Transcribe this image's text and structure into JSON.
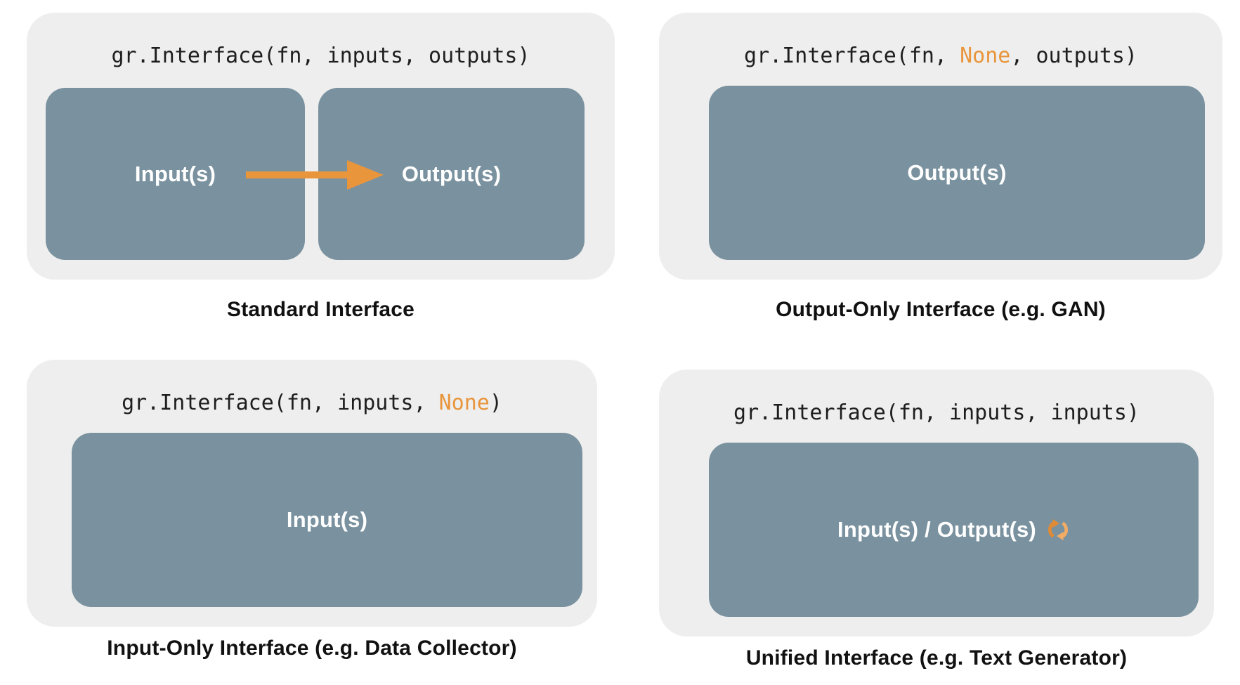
{
  "colors": {
    "accent_orange": "#E8953C",
    "icon_orange_dark": "#E08A36",
    "icon_orange_light": "#F2AC66",
    "box_slate": "#7A929F",
    "panel_gray": "#EEEEEE",
    "caption_black": "#111111",
    "code_black": "#1E1E1E",
    "box_text_white": "#FFFFFF"
  },
  "panels": [
    {
      "id": "standard-interface",
      "code_segments": [
        {
          "text": "gr.Interface(fn, inputs, outputs)",
          "accent": false
        }
      ],
      "boxes": [
        {
          "label": "Input(s)"
        },
        {
          "label": "Output(s)"
        }
      ],
      "icon": "arrow-right-icon",
      "caption": "Standard Interface"
    },
    {
      "id": "output-only-interface",
      "code_segments": [
        {
          "text": "gr.Interface(fn, ",
          "accent": false
        },
        {
          "text": "None",
          "accent": true
        },
        {
          "text": ", outputs)",
          "accent": false
        }
      ],
      "boxes": [
        {
          "label": "Output(s)"
        }
      ],
      "icon": null,
      "caption": "Output-Only Interface (e.g. GAN)"
    },
    {
      "id": "input-only-interface",
      "code_segments": [
        {
          "text": "gr.Interface(fn, inputs, ",
          "accent": false
        },
        {
          "text": "None",
          "accent": true
        },
        {
          "text": ")",
          "accent": false
        }
      ],
      "boxes": [
        {
          "label": "Input(s)"
        }
      ],
      "icon": null,
      "caption": "Input-Only Interface (e.g. Data Collector)"
    },
    {
      "id": "unified-interface",
      "code_segments": [
        {
          "text": "gr.Interface(fn, inputs, inputs)",
          "accent": false
        }
      ],
      "boxes": [
        {
          "label": "Input(s) / Output(s)"
        }
      ],
      "icon": "sync-icon",
      "caption": "Unified Interface (e.g. Text Generator)"
    }
  ]
}
